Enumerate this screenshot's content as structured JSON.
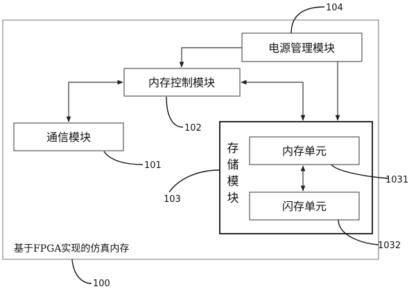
{
  "diagram": {
    "outer_label": "基于FPGA实现的仿真内存",
    "outer_ref": "100",
    "power_module": {
      "label": "电源管理模块",
      "ref": "104"
    },
    "memory_controller": {
      "label": "内存控制模块",
      "ref": "102"
    },
    "comm_module": {
      "label": "通信模块",
      "ref": "101"
    },
    "storage_module": {
      "chars": [
        "存",
        "储",
        "模",
        "块"
      ],
      "ref": "103",
      "ram_unit": {
        "label": "内存单元",
        "ref": "1031"
      },
      "flash_unit": {
        "label": "闪存单元",
        "ref": "1032"
      }
    }
  }
}
